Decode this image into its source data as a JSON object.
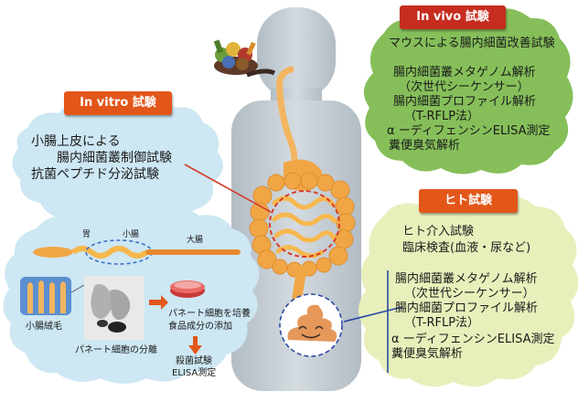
{
  "invivo": {
    "badge": "In vivo 試験",
    "line1": "マウスによる腸内細菌改善試験",
    "line2": "腸内細菌叢メタゲノム解析",
    "line3": "（次世代シーケンサー）",
    "line4": "腸内細菌プロファイル解析",
    "line5": "（T-RFLP法）",
    "line6": "α ーディフェンシンELISA測定",
    "line7": "糞便臭気解析"
  },
  "invitro": {
    "badge": "In vitro 試験",
    "line1": "小腸上皮による",
    "line2": "腸内細菌叢制御試験",
    "line3": "抗菌ペプチド分泌試験",
    "stomach": "胃",
    "small_intestine": "小腸",
    "large_intestine": "大腸",
    "villi": "小腸絨毛",
    "paneth_isolation": "パネート細胞の分離",
    "culture1": "パネート細胞を培養",
    "culture2": "食品成分の添加",
    "assay1": "殺菌試験",
    "assay2": "ELISA測定"
  },
  "human": {
    "badge": "ヒト試験",
    "line1": "ヒト介入試験",
    "line2": "臨床検査(血液・尿など)",
    "line3": "腸内細菌叢メタゲノム解析",
    "line4": "（次世代シーケンサー）",
    "line5": "腸内細菌プロファイル解析",
    "line6": "（T-RFLP法）",
    "line7": "α ーディフェンシンELISA測定",
    "line8": "糞便臭気解析"
  },
  "colors": {
    "vivo_bubble": "#86bf5a",
    "vitro_bubble": "#cde7f3",
    "human_bubble": "#e8efbb",
    "body": "#c3ccd3",
    "intestine": "#f1a646",
    "badge_red": "#c62d1f",
    "badge_orange": "#e2561a",
    "connector_red": "#d63c2c",
    "connector_blue": "#2b4aa3"
  }
}
